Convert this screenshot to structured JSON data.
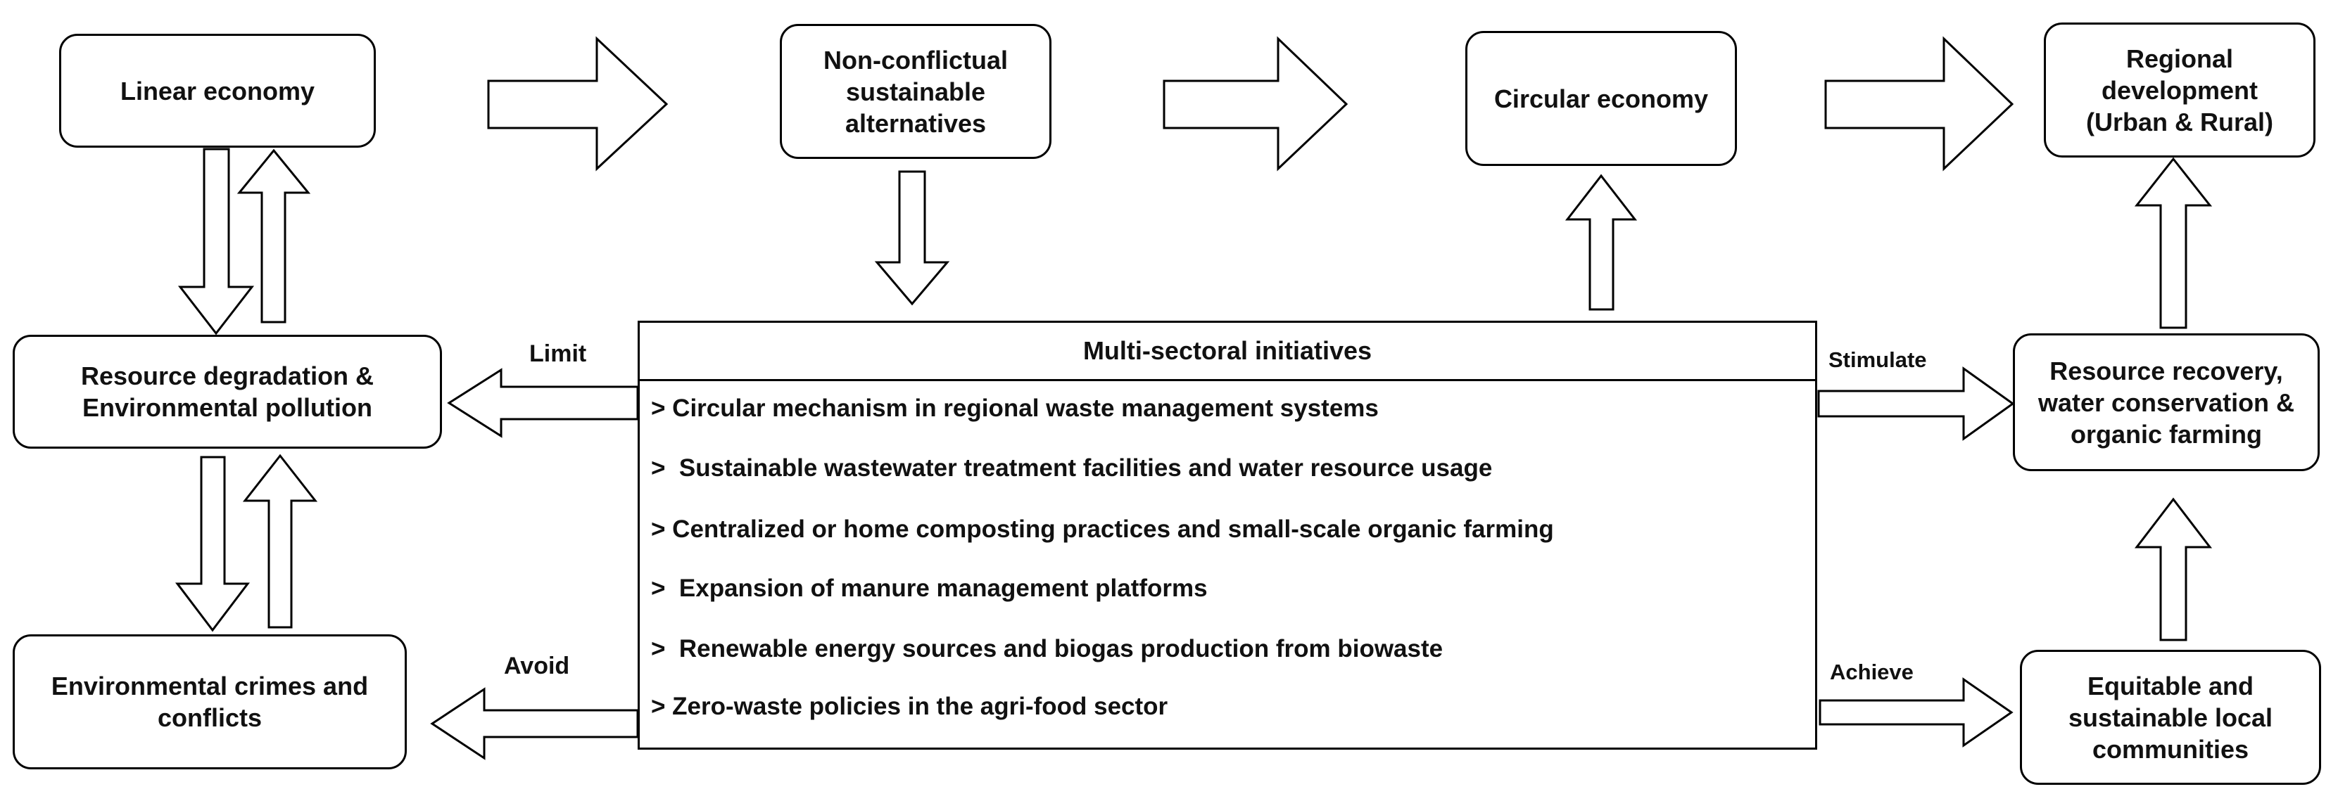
{
  "boxes": {
    "linear_economy": [
      "Linear economy"
    ],
    "non_conflictual": [
      "Non-conflictual",
      "sustainable",
      "alternatives"
    ],
    "circular_economy": [
      "Circular economy"
    ],
    "regional_development": [
      "Regional",
      "development",
      "(Urban & Rural)"
    ],
    "resource_degradation": [
      "Resource degradation &",
      "Environmental pollution"
    ],
    "environmental_crimes": [
      "Environmental crimes and",
      "conflicts"
    ],
    "resource_recovery": [
      "Resource recovery,",
      "water conservation &",
      "organic farming"
    ],
    "equitable_communities": [
      "Equitable and",
      "sustainable local",
      "communities"
    ]
  },
  "initiatives": {
    "title": "Multi-sectoral initiatives",
    "items": [
      "> Circular mechanism in regional waste management systems",
      ">  Sustainable wastewater treatment facilities and water resource usage",
      "> Centralized or home composting practices and small-scale organic farming",
      ">  Expansion of manure management platforms",
      ">  Renewable energy sources and biogas production from biowaste",
      "> Zero-waste policies in the agri-food sector"
    ]
  },
  "labels": {
    "limit": "Limit",
    "avoid": "Avoid",
    "stimulate": "Stimulate",
    "achieve": "Achieve"
  }
}
